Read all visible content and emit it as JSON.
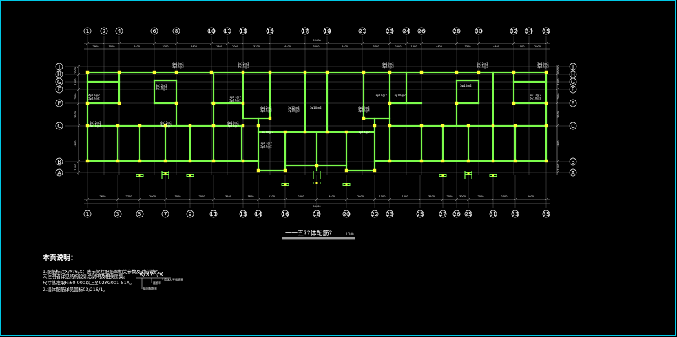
{
  "drawing": {
    "title": "一一五??体配筋?",
    "scale": "1:100",
    "colors": {
      "background": "#000000",
      "frame": "#00c8e6",
      "wall": "#7cfc4c",
      "column": "#ffff33",
      "axis": "#ffffff",
      "dimension": "#c8c8c8"
    }
  },
  "axes": {
    "top": [
      "1",
      "2",
      "4",
      "6",
      "8",
      "10",
      "11",
      "13",
      "15",
      "17",
      "19",
      "21",
      "23",
      "24",
      "26",
      "28",
      "30",
      "32",
      "34",
      "35"
    ],
    "bottom": [
      "1",
      "3",
      "5",
      "7",
      "9",
      "11",
      "13",
      "14",
      "16",
      "18",
      "20",
      "22",
      "23",
      "25",
      "27",
      "26",
      "25",
      "31",
      "33",
      "35"
    ],
    "left": [
      "J",
      "H",
      "G",
      "F",
      "E",
      "C",
      "B",
      "A"
    ],
    "right": [
      "J",
      "H",
      "G",
      "F",
      "E",
      "C",
      "B",
      "A"
    ]
  },
  "dimensions": {
    "top_segments": [
      "2900",
      "1000",
      "4400",
      "3300",
      "4400",
      "1800",
      "2000",
      "3700",
      "4400",
      "3400",
      "4400",
      "3700",
      "2000",
      "1800",
      "4400",
      "3300",
      "4400",
      "1000",
      "2900"
    ],
    "top_total": "54400",
    "bottom_segments": [
      "2600",
      "2700",
      "2000",
      "3000",
      "2000",
      "3100",
      "1800",
      "1100",
      "2600",
      "3400",
      "2600",
      "1100",
      "1800",
      "3100",
      "2000",
      "3000",
      "2000",
      "2700",
      "2600"
    ],
    "bottom_total": "54400",
    "left_segments": [
      "1000",
      "1200",
      "2000",
      "3200",
      "4800",
      "1500"
    ],
    "right_segments": [
      "1000",
      "1200",
      "2000",
      "3200",
      "4800",
      "1500"
    ]
  },
  "beam_notes": [
    [
      "4ψ12@2",
      "3ψ10@2"
    ],
    [
      "3ψ12@2",
      "3ψ10@2"
    ],
    [
      "4ψ12@2",
      "3ψ10@2"
    ],
    [
      "4ψ12@2",
      "3ψ10@2"
    ],
    [
      "3ψ12@2",
      "3ψ10@2"
    ],
    [
      "4ψ12@2",
      "3ψ10@2"
    ],
    [
      "4ψ12@2",
      "3ψ10@4"
    ],
    [
      "3ψ12@2",
      "3ψ10@2"
    ],
    [
      "4ψ12@2",
      "3ψ10@2"
    ],
    [
      "4ψ12@2",
      "3ψ10@2"
    ],
    [
      "3ψ12@2",
      "3ψ10@2"
    ],
    [
      "4ψ12@2",
      "3ψ10@4"
    ],
    [
      "3ψ10@2"
    ],
    [
      "3ψ10@2"
    ],
    [
      "3ψ10@2"
    ],
    [
      "3ψ10@2"
    ],
    [
      "3ψ10@2"
    ],
    [
      "3ψ10@2"
    ],
    [
      "4ψ12@2",
      "3ψ10@2"
    ],
    [
      "4ψ12@2",
      "3ψ10@2"
    ],
    [
      "3ψ12@2",
      "3ψ10@2"
    ],
    [
      "3ψ12@2",
      "3ψ10@2"
    ]
  ],
  "notes": {
    "heading": "本页说明：",
    "lines": [
      "1.配筋标注X/X?6/X：表示梁柱配筋率相关参数及对应说明。",
      "  未注明者详见结构设计总说明及相关图集。",
      "  尺寸基准取F:±0.000以上至02YG001-51X。",
      "2.墙体配筋详见国标03/216/1。"
    ],
    "legend_formula": "X/X?6/X",
    "legend_labels": [
      "纵向钢筋率",
      "箍筋率",
      "墙体水平钢筋率"
    ]
  }
}
